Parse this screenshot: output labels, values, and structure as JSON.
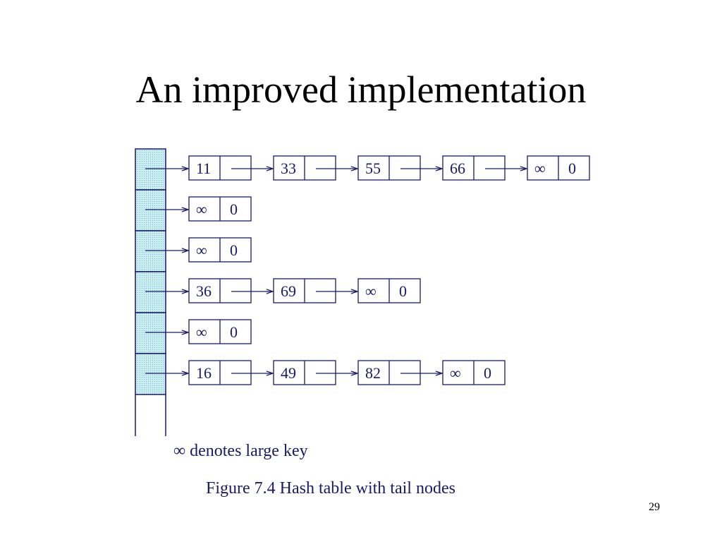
{
  "slide": {
    "title": "An improved implementation",
    "page_number": "29"
  },
  "figure": {
    "legend": "∞ denotes large key",
    "caption": "Figure 7.4 Hash table with tail nodes",
    "chains": [
      [
        "11",
        "33",
        "55",
        "66",
        "∞"
      ],
      [
        "∞"
      ],
      [
        "∞"
      ],
      [
        "36",
        "69",
        "∞"
      ],
      [
        "∞"
      ],
      [
        "16",
        "49",
        "82",
        "∞"
      ]
    ],
    "tail_next_value": "0",
    "colors": {
      "line": "#1a1a66",
      "bucket_fill": "#c8eef2"
    }
  }
}
